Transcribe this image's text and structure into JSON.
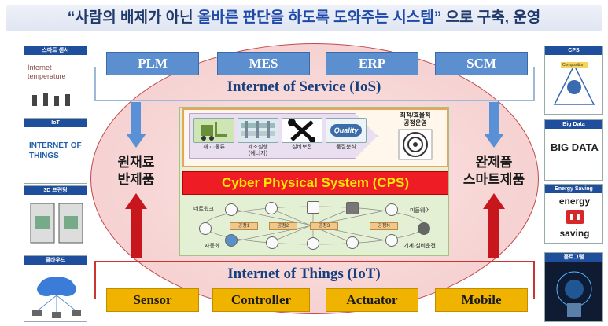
{
  "title": {
    "prefix": "“사람의 배제가 아닌 ",
    "highlight": "올바른 판단을 하도록 도와주는 시스템”",
    "suffix": " 으로 구축, 운영"
  },
  "service_systems": [
    "PLM",
    "MES",
    "ERP",
    "SCM"
  ],
  "ios_label": "Internet of Service (IoS)",
  "iot_label": "Internet of Things (IoT)",
  "devices": [
    "Sensor",
    "Controller",
    "Actuator",
    "Mobile"
  ],
  "left_flow": {
    "line1": "원재료",
    "line2": "반제품"
  },
  "right_flow": {
    "line1": "완제품",
    "line2": "스마트제품"
  },
  "cps_banner": "Cyber Physical System (CPS)",
  "upper_tiles": [
    {
      "caption": "재고·물류"
    },
    {
      "caption": "제조실행\n(에너지)"
    },
    {
      "caption": "설비보전"
    },
    {
      "caption": "품질분석",
      "badge": "Quality"
    }
  ],
  "goal": {
    "line1": "최적/효율적",
    "line2": "공정운영"
  },
  "network": {
    "top_left": "네트워크",
    "top_right": "미들웨어",
    "bottom_left": "자동화",
    "bottom_right": "기계·설비운전",
    "processes": [
      "공정1",
      "공정2",
      "공정3",
      "공정N"
    ]
  },
  "left_thumbs": [
    {
      "title": "스마트 센서",
      "image_text": "Internet temperature"
    },
    {
      "title": "IoT",
      "image_text": "INTERNET OF THINGS"
    },
    {
      "title": "3D 프린팅"
    },
    {
      "title": "클라우드"
    }
  ],
  "right_thumbs": [
    {
      "title": "CPS",
      "image_text": "Composition"
    },
    {
      "title": "Big Data",
      "image_text": "BIG DATA"
    },
    {
      "title": "Energy Saving",
      "line1": "energy",
      "line2": "saving"
    },
    {
      "title": "홀로그램"
    }
  ],
  "colors": {
    "service_box": "#5b8fd0",
    "device_box": "#f0b400",
    "cps_banner": "#ee1c24",
    "cps_text": "#ffe600",
    "arrow_down": "#5a90d6",
    "arrow_up": "#c8161d",
    "label_navy": "#163f80"
  }
}
